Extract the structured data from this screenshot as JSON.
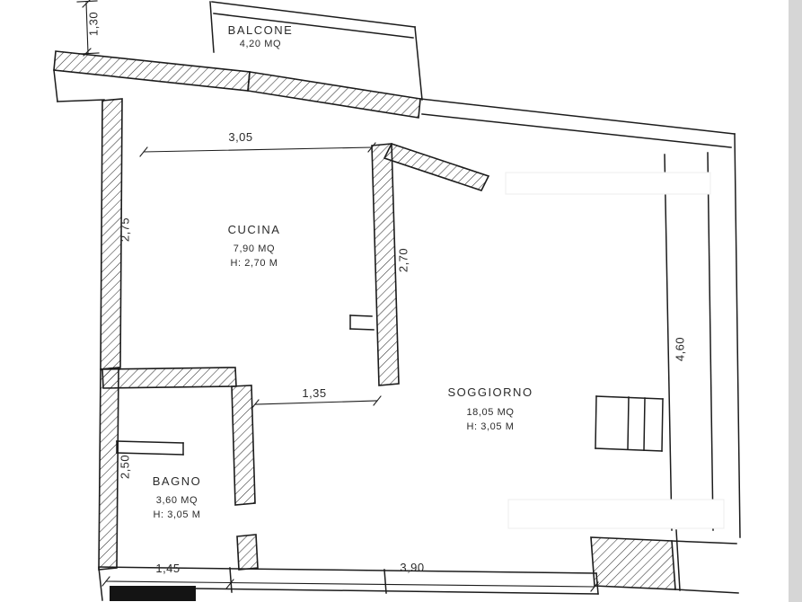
{
  "meta": {
    "type": "floor-plan",
    "language": "it"
  },
  "rooms": {
    "balcone": {
      "name": "BALCONE",
      "area": "4,20 MQ"
    },
    "cucina": {
      "name": "CUCINA",
      "area": "7,90 MQ",
      "height": "H: 2,70 M"
    },
    "soggiorno": {
      "name": "SOGGIORNO",
      "area": "18,05 MQ",
      "height": "H: 3,05 M"
    },
    "bagno": {
      "name": "BAGNO",
      "area": "3,60 MQ",
      "height": "H: 3,05 M"
    }
  },
  "dimensions": {
    "balcony_depth": "1,30",
    "cucina_width": "3,05",
    "cucina_left": "2,75",
    "cucina_right": "2,70",
    "cucina_passage": "1,35",
    "soggiorno_right": "4,60",
    "bagno_left": "2,50",
    "bagno_width": "1,45",
    "bottom_width": "3,90"
  },
  "colors": {
    "line": "#1c1c1c",
    "text": "#2b2b2b",
    "paper": "#ffffff",
    "scan_edge": "#d6d6d6"
  }
}
